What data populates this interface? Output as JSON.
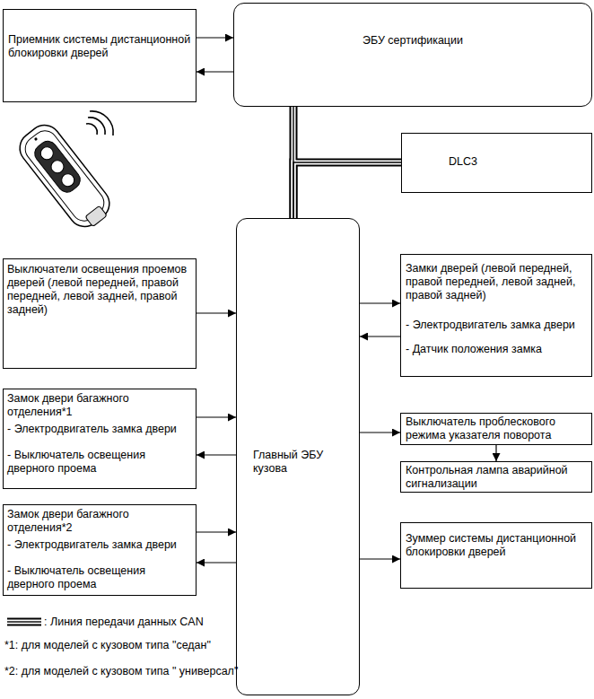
{
  "diagram": {
    "nodes": [
      {
        "text": [
          "Приемник системы дистанционной блокировки дверей"
        ]
      },
      {
        "text": [
          "ЭБУ сертификации"
        ]
      },
      {
        "text": [
          "DLC3"
        ]
      },
      {
        "text": [
          "Главный ЭБУ кузова"
        ]
      },
      {
        "text": [
          "Выключатели освещения проемов дверей (левой передней, правой передней, левой задней, правой задней)"
        ]
      },
      {
        "text": [
          "Замки дверей (левой передней, правой передней, левой задней, правой задней)",
          "- Электродвигатель замка двери",
          "- Датчик положения замка"
        ]
      },
      {
        "text": [
          "Замок двери багажного отделения*1",
          "- Электродвигатель замка двери",
          "- Выключатель освещения дверного проема"
        ]
      },
      {
        "text": [
          "Выключатель проблескового режима указателя поворота"
        ]
      },
      {
        "text": [
          "Контрольная лампа аварийной сигнализации"
        ]
      },
      {
        "text": [
          "Замок двери багажного отделения*2",
          "- Электродвигатель замка двери",
          "- Выключатель освещения дверного проема"
        ]
      },
      {
        "text": [
          "Зуммер системы дистанционной блокировки дверей"
        ]
      }
    ],
    "edges": [
      {
        "from": 0,
        "to": 1,
        "arrow": "to"
      },
      {
        "from": 1,
        "to": 0,
        "arrow": "to"
      },
      {
        "from": 1,
        "to": 3,
        "arrow": "none"
      },
      {
        "from": 2,
        "to": 3,
        "arrow": "none"
      },
      {
        "from": 4,
        "to": 3,
        "arrow": "to"
      },
      {
        "from": 3,
        "to": 5,
        "arrow": "to"
      },
      {
        "from": 5,
        "to": 3,
        "arrow": "to"
      },
      {
        "from": 6,
        "to": 3,
        "arrow": "to"
      },
      {
        "from": 3,
        "to": 6,
        "arrow": "to"
      },
      {
        "from": 3,
        "to": 7,
        "arrow": "to"
      },
      {
        "from": 7,
        "to": 8,
        "arrow": "to"
      },
      {
        "from": 9,
        "to": 3,
        "arrow": "to"
      },
      {
        "from": 3,
        "to": 9,
        "arrow": "to"
      },
      {
        "from": 3,
        "to": 10,
        "arrow": "to"
      }
    ],
    "labels": [
      "*1: для моделей с кузовом типа \"седан\"",
      "*2: для моделей с кузовом типа \" универсал\""
    ],
    "legend": [
      {
        "text": ": Линия передачи данных CAN"
      }
    ]
  }
}
